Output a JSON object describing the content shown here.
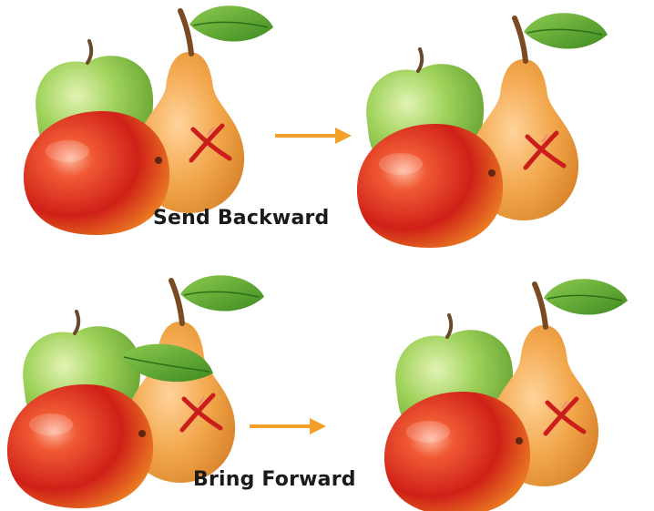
{
  "captions": {
    "send_backward": "Send Backward",
    "bring_forward": "Bring Forward"
  },
  "colors": {
    "arrow": "#f2a027",
    "apple": "#8fc84a",
    "mango_red": "#d8261c",
    "mango_yellow": "#f3c12a",
    "pear": "#f0a446",
    "leaf": "#5aa630",
    "stem": "#7a4a22",
    "pepper": "#cc1d1d"
  },
  "panels": [
    {
      "id": "send-before",
      "front": "mango",
      "apple_leaf": false
    },
    {
      "id": "send-after",
      "front": "mango",
      "apple_leaf": false
    },
    {
      "id": "bring-before",
      "front": "mango",
      "apple_leaf": true
    },
    {
      "id": "bring-after",
      "front": "mango",
      "apple_leaf": false
    }
  ]
}
